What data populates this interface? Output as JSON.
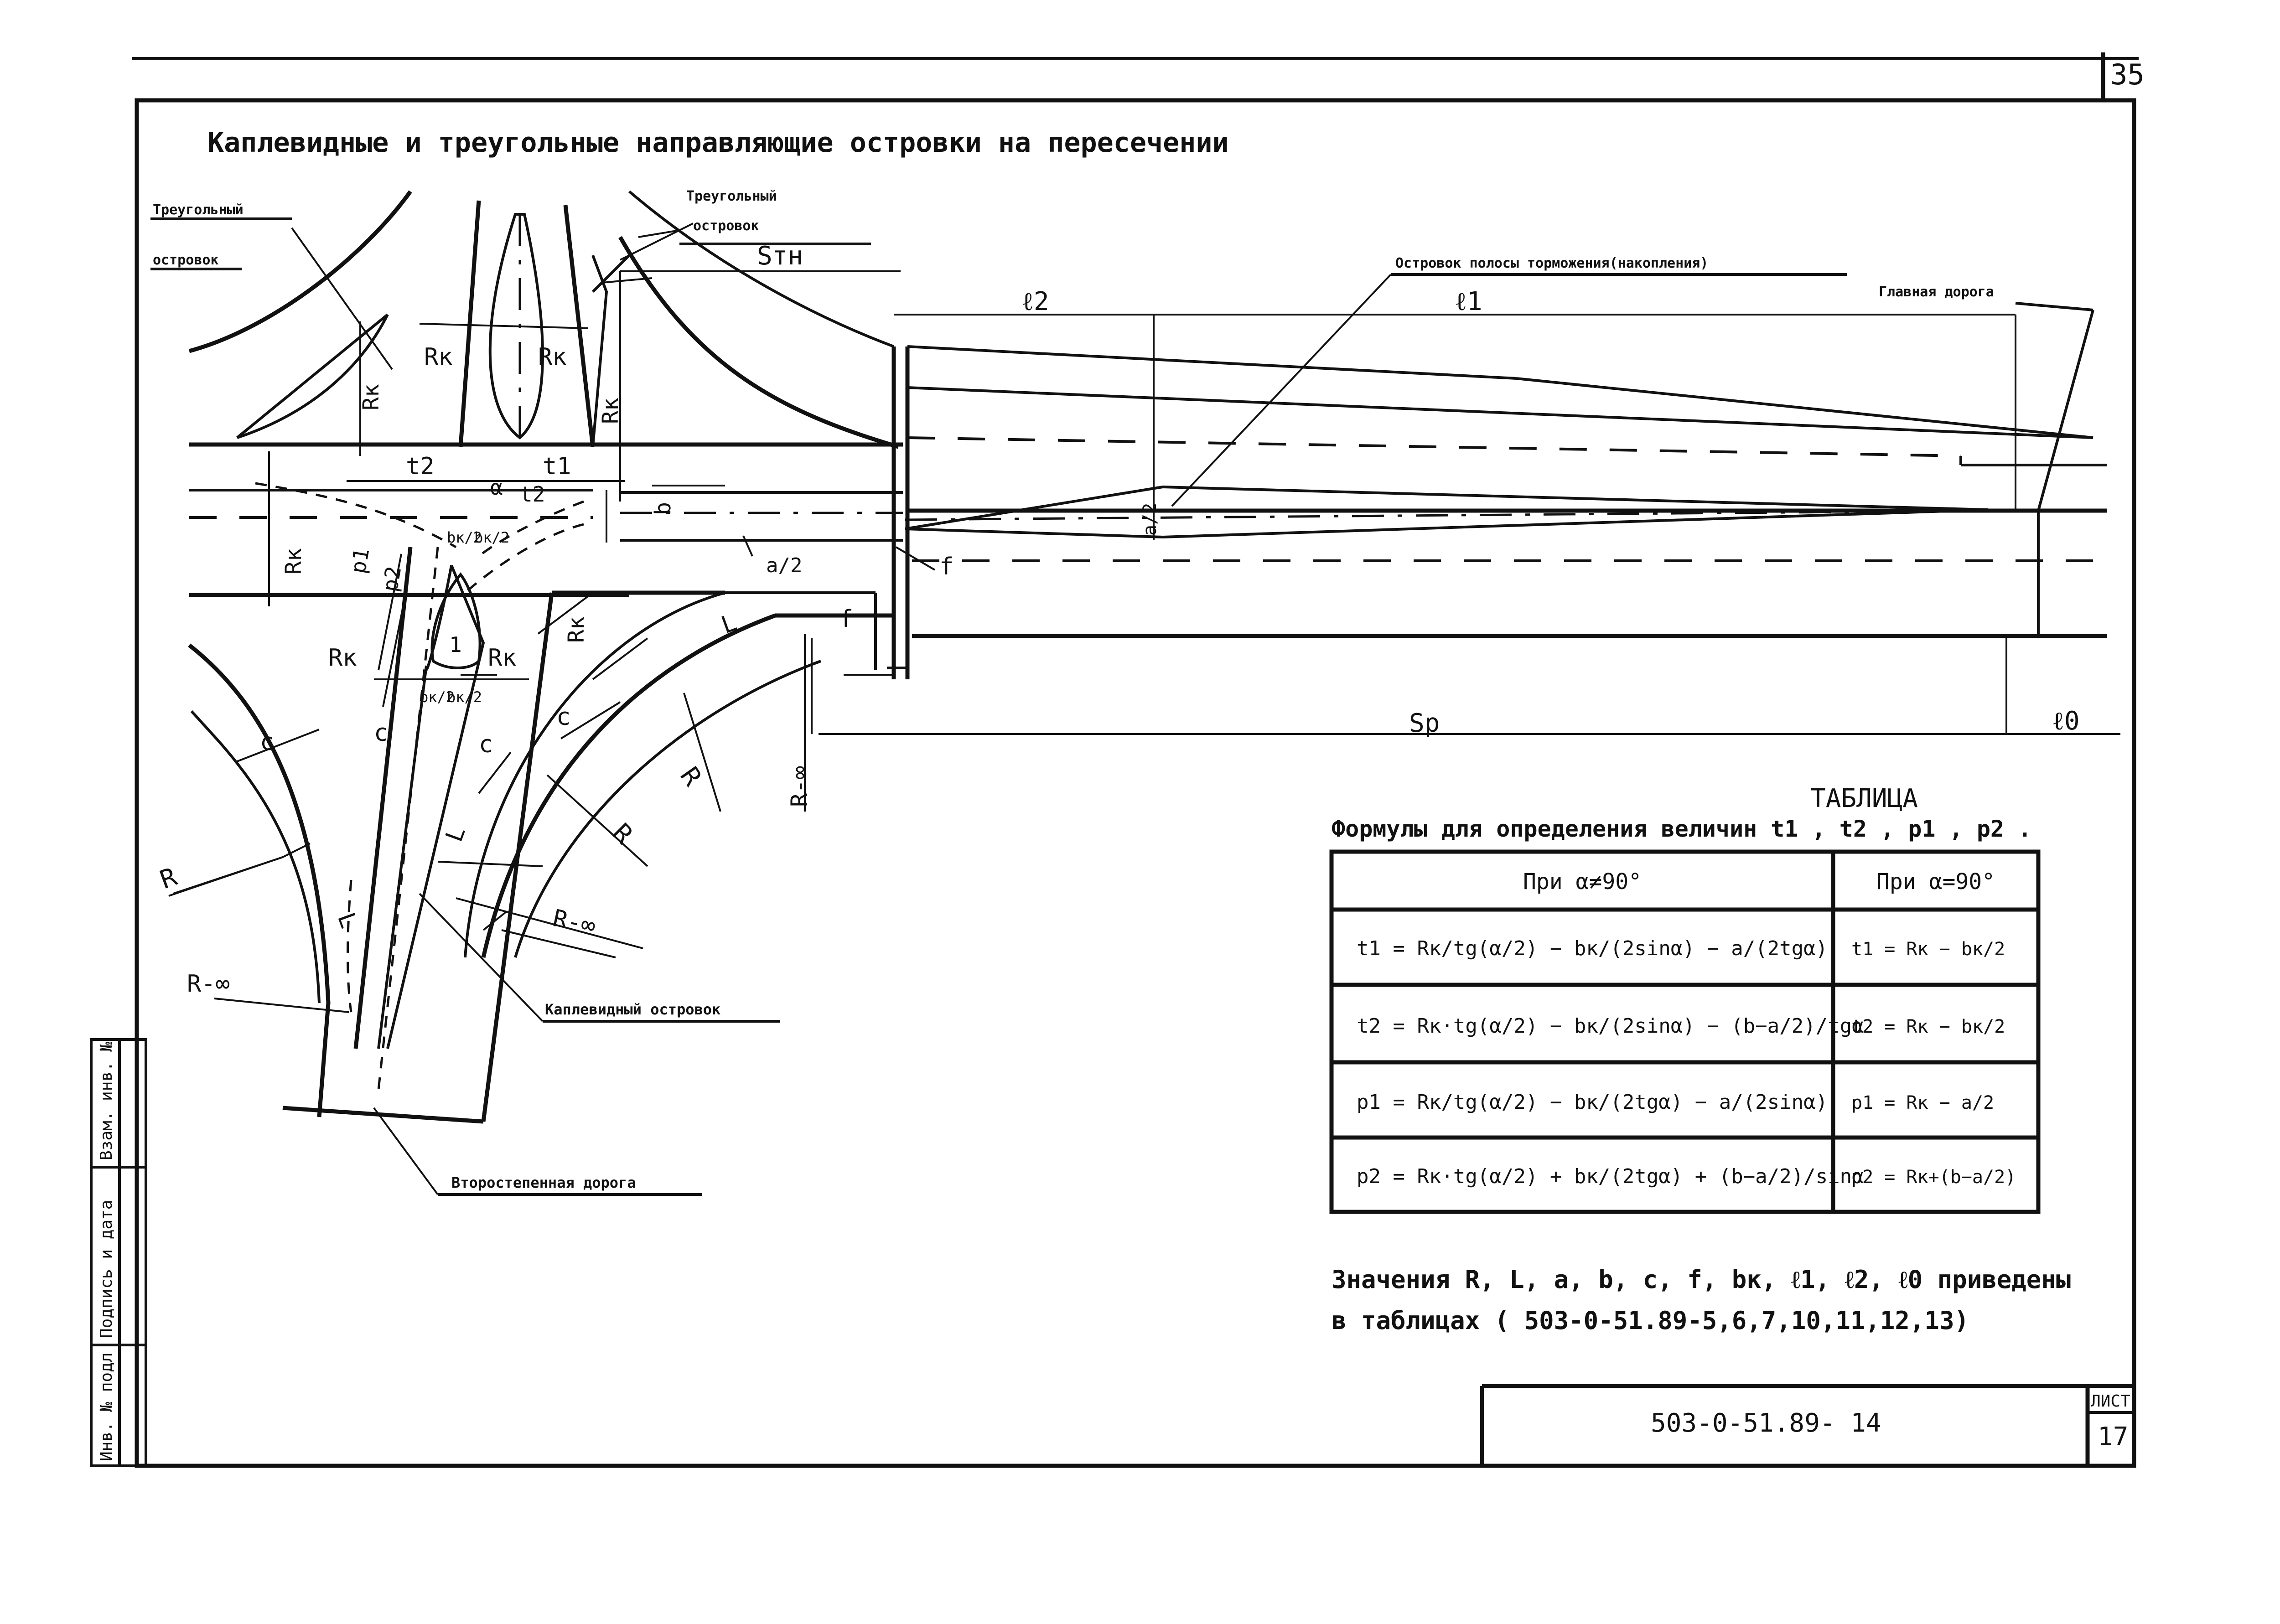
{
  "sheet": {
    "page_number": "35",
    "drawing_code": "503-0-51.89- 14",
    "sheet_label": "ЛИСТ",
    "sheet_number": "17",
    "side_stamp": [
      "Инв. № подл",
      "Подпись и дата",
      "Взам. инв. №"
    ]
  },
  "title": "Каплевидные и треугольные направляющие островки на пересечении",
  "callouts": {
    "triangular_island_left_1": "Треугольный",
    "triangular_island_left_2": "островок",
    "triangular_island_top_1": "Треугольный",
    "triangular_island_top_2": "островок",
    "braking_lane_island": "Островок полосы торможения(накопления)",
    "main_road": "Главная дорога",
    "teardrop_island": "Каплевидный островок",
    "secondary_road": "Второстепенная дорога"
  },
  "dimension_labels": {
    "s_tn": "Sтн",
    "s_r": "Sр",
    "l1": "ℓ1",
    "l2": "ℓ2",
    "l0": "ℓ0",
    "rk": "Rк",
    "r": "R",
    "r_inf": "R-∞",
    "l": "L",
    "c": "c",
    "b": "b",
    "a2": "a/2",
    "f": "f",
    "t1": "t1",
    "t2": "t2",
    "alpha": "α",
    "p1": "p1",
    "p2": "p2",
    "bk2": "bк/2",
    "one": "1"
  },
  "table": {
    "caption": "ТАБЛИЦА",
    "subtitle": "Формулы для определения величин t1 , t2 , p1 , p2 .",
    "col_headers": [
      "При α≠90°",
      "При α=90°"
    ],
    "rows": [
      {
        "general": "t1 = Rк/tg(α/2) − bк/(2sinα) − a/(2tgα)",
        "right_angle": "t1 = Rк − bк/2"
      },
      {
        "general": "t2 = Rк·tg(α/2) − bк/(2sinα) − (b−a/2)/tgα",
        "right_angle": "t2 = Rк − bк/2"
      },
      {
        "general": "p1 = Rк/tg(α/2) − bк/(2tgα) − a/(2sinα)",
        "right_angle": "p1 = Rк − a/2"
      },
      {
        "general": "p2 = Rк·tg(α/2) + bк/(2tgα) + (b−a/2)/sinα",
        "right_angle": "p2 = Rк+(b−a/2)"
      }
    ]
  },
  "note": {
    "line1": "Значения R, L, a, b, c, f, bк, ℓ1, ℓ2, ℓ0 приведены",
    "line2": "в таблицах ( 503-0-51.89-5,6,7,10,11,12,13)"
  }
}
